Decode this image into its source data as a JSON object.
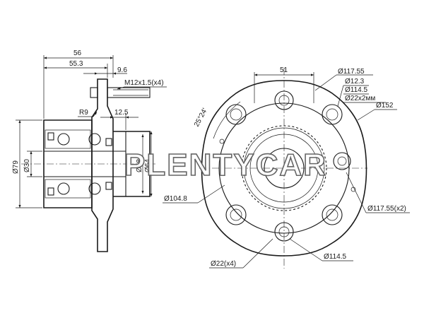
{
  "watermark": "PLENTYCAR",
  "side_view": {
    "dim_overall_width": "56",
    "dim_flange_width": "55.3",
    "dim_flange_offset": "9.6",
    "stud_thread": "M12x1.5(x4)",
    "fillet_radius": "R9",
    "dim_step": "12.5",
    "dia_outer": "Ø79",
    "dia_bore": "Ø30",
    "dia_seat_a": "Ø58",
    "dia_seat_b": "Ø64"
  },
  "front_view": {
    "dim_bolt_spacing": "51",
    "dia_pcd_top": "Ø117.55",
    "dia_small_hole": "Ø12.3",
    "dia_pcd_inner": "Ø114.5",
    "slot_size": "Ø22x2мм",
    "dia_flange": "Ø152",
    "angle": "25°24'",
    "dia_pilot": "Ø104.8",
    "dia_pcd_x2": "Ø117.55(x2)",
    "dia_hole_x4": "Ø22(x4)",
    "dia_pcd_bottom": "Ø114.5"
  }
}
